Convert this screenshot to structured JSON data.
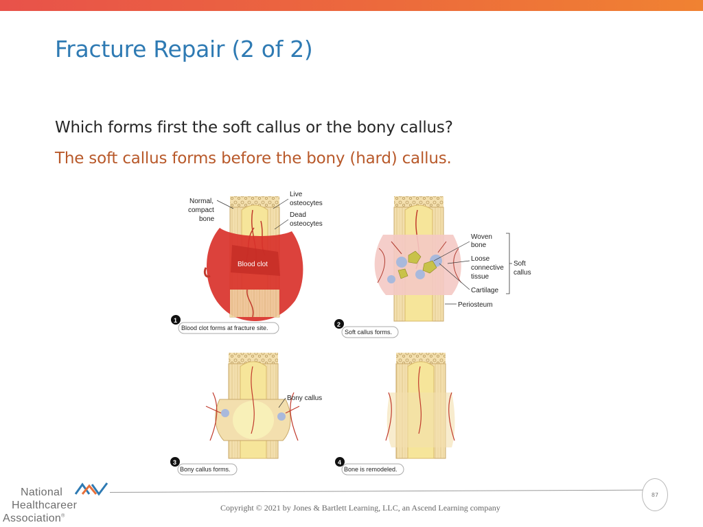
{
  "slide": {
    "title": "Fracture Repair (2 of 2)",
    "question": "Which forms first the soft callus or the bony callus?",
    "answer": "The soft callus forms before the bony (hard) callus.",
    "page_number": "87",
    "copyright": "Copyright © 2021 by Jones & Bartlett Learning, LLC, an Ascend Learning company"
  },
  "logo": {
    "line1": "National",
    "line2": "Healthcareer",
    "line3": "Association",
    "trademark": "®",
    "colors": {
      "chevron_left": "#e8703a",
      "chevron_right": "#2e7ab3"
    }
  },
  "figure": {
    "panel1": {
      "number": "1",
      "caption": "Blood clot forms at fracture site.",
      "labels": {
        "normal_compact_bone_1": "Normal,",
        "normal_compact_bone_2": "compact",
        "normal_compact_bone_3": "bone",
        "live_osteocytes_1": "Live",
        "live_osteocytes_2": "osteocytes",
        "dead_osteocytes_1": "Dead",
        "dead_osteocytes_2": "osteocytes",
        "blood_clot": "Blood clot"
      }
    },
    "panel2": {
      "number": "2",
      "caption": "Soft callus forms.",
      "labels": {
        "woven_bone_1": "Woven",
        "woven_bone_2": "bone",
        "loose_ct_1": "Loose",
        "loose_ct_2": "connective",
        "loose_ct_3": "tissue",
        "cartilage": "Cartilage",
        "periosteum": "Periosteum",
        "soft_callus_1": "Soft",
        "soft_callus_2": "callus"
      }
    },
    "panel3": {
      "number": "3",
      "caption": "Bony callus forms.",
      "labels": {
        "bony_callus": "Bony callus"
      }
    },
    "panel4": {
      "number": "4",
      "caption": "Bone is remodeled."
    },
    "colors": {
      "bone": "#f3dfae",
      "bone_edge": "#c9a86a",
      "marrow": "#f6e59a",
      "vessel": "#c0392b",
      "clot": "#d9322b",
      "callus_pink": "#f4c9c4",
      "woven_green": "#c8c24a",
      "cartilage_blue": "#a9b9dc"
    }
  }
}
